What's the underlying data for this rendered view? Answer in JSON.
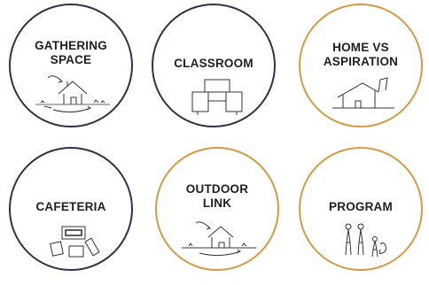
{
  "circles": [
    {
      "id": "gathering",
      "label_line1": "GATHERING",
      "label_line2": "SPACE",
      "ring": "#2f3344",
      "sketch": "house-gathering-sketch"
    },
    {
      "id": "classroom",
      "label_line1": "CLASSROOM",
      "label_line2": "",
      "ring": "#2f3344",
      "sketch": "classroom-plan-sketch"
    },
    {
      "id": "home",
      "label_line1": "HOME VS",
      "label_line2": "ASPIRATION",
      "ring": "#d49a46",
      "sketch": "house-section-sketch"
    },
    {
      "id": "cafeteria",
      "label_line1": "CAFETERIA",
      "label_line2": "",
      "ring": "#2f3344",
      "sketch": "tables-plan-sketch"
    },
    {
      "id": "outdoor",
      "label_line1": "OUTDOOR",
      "label_line2": "LINK",
      "ring": "#d49a46",
      "sketch": "house-outdoor-sketch"
    },
    {
      "id": "program",
      "label_line1": "PROGRAM",
      "label_line2": "",
      "ring": "#d49a46",
      "sketch": "people-sketch"
    }
  ]
}
